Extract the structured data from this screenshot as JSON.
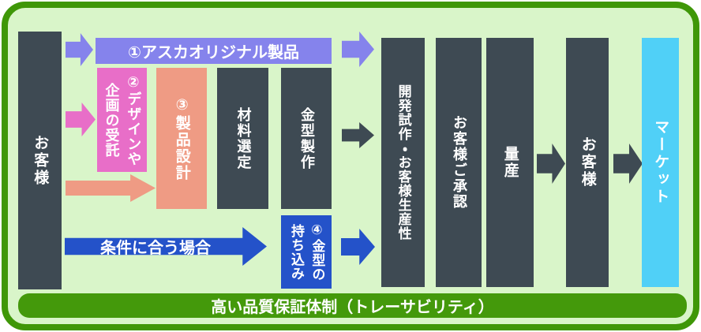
{
  "diagram": {
    "colors": {
      "panel_background": "#d9f5c9",
      "border_green": "#3f9708",
      "process_dark": "#3e4a53",
      "purple": "#8583ec",
      "pink": "#e86ec8",
      "salmon": "#ef9b84",
      "blue": "#2452c9",
      "cyan": "#50d0f7",
      "quality_green": "#44990b",
      "text": "#ffffff"
    },
    "labels": {
      "customer_left": "お客様",
      "original_product": "①アスカオリジナル製品",
      "design_consignment": "②デザインや\n企画の受託",
      "product_design": "③製品設計",
      "material_selection": "材料選定",
      "mold_making": "金型製作",
      "mold_bring_in": "④金型の\n持ち込み",
      "condition_match": "条件に合う場合",
      "dev_trial": "開発試作・お客様生産性",
      "customer_approval": "お客様ご承認",
      "mass_production": "量産",
      "customer_right": "お客様",
      "market": "マーケット",
      "quality_assurance": "高い品質保証体制（トレーサビリティ）"
    },
    "icons": [
      "purple-arrow-right-icon",
      "purple-arrow-right-icon",
      "pink-arrow-right-icon",
      "salmon-arrow-right-icon",
      "dark-arrow-right-icon",
      "blue-arrow-right-icon",
      "dark-arrow-right-icon",
      "dark-arrow-right-icon"
    ]
  }
}
